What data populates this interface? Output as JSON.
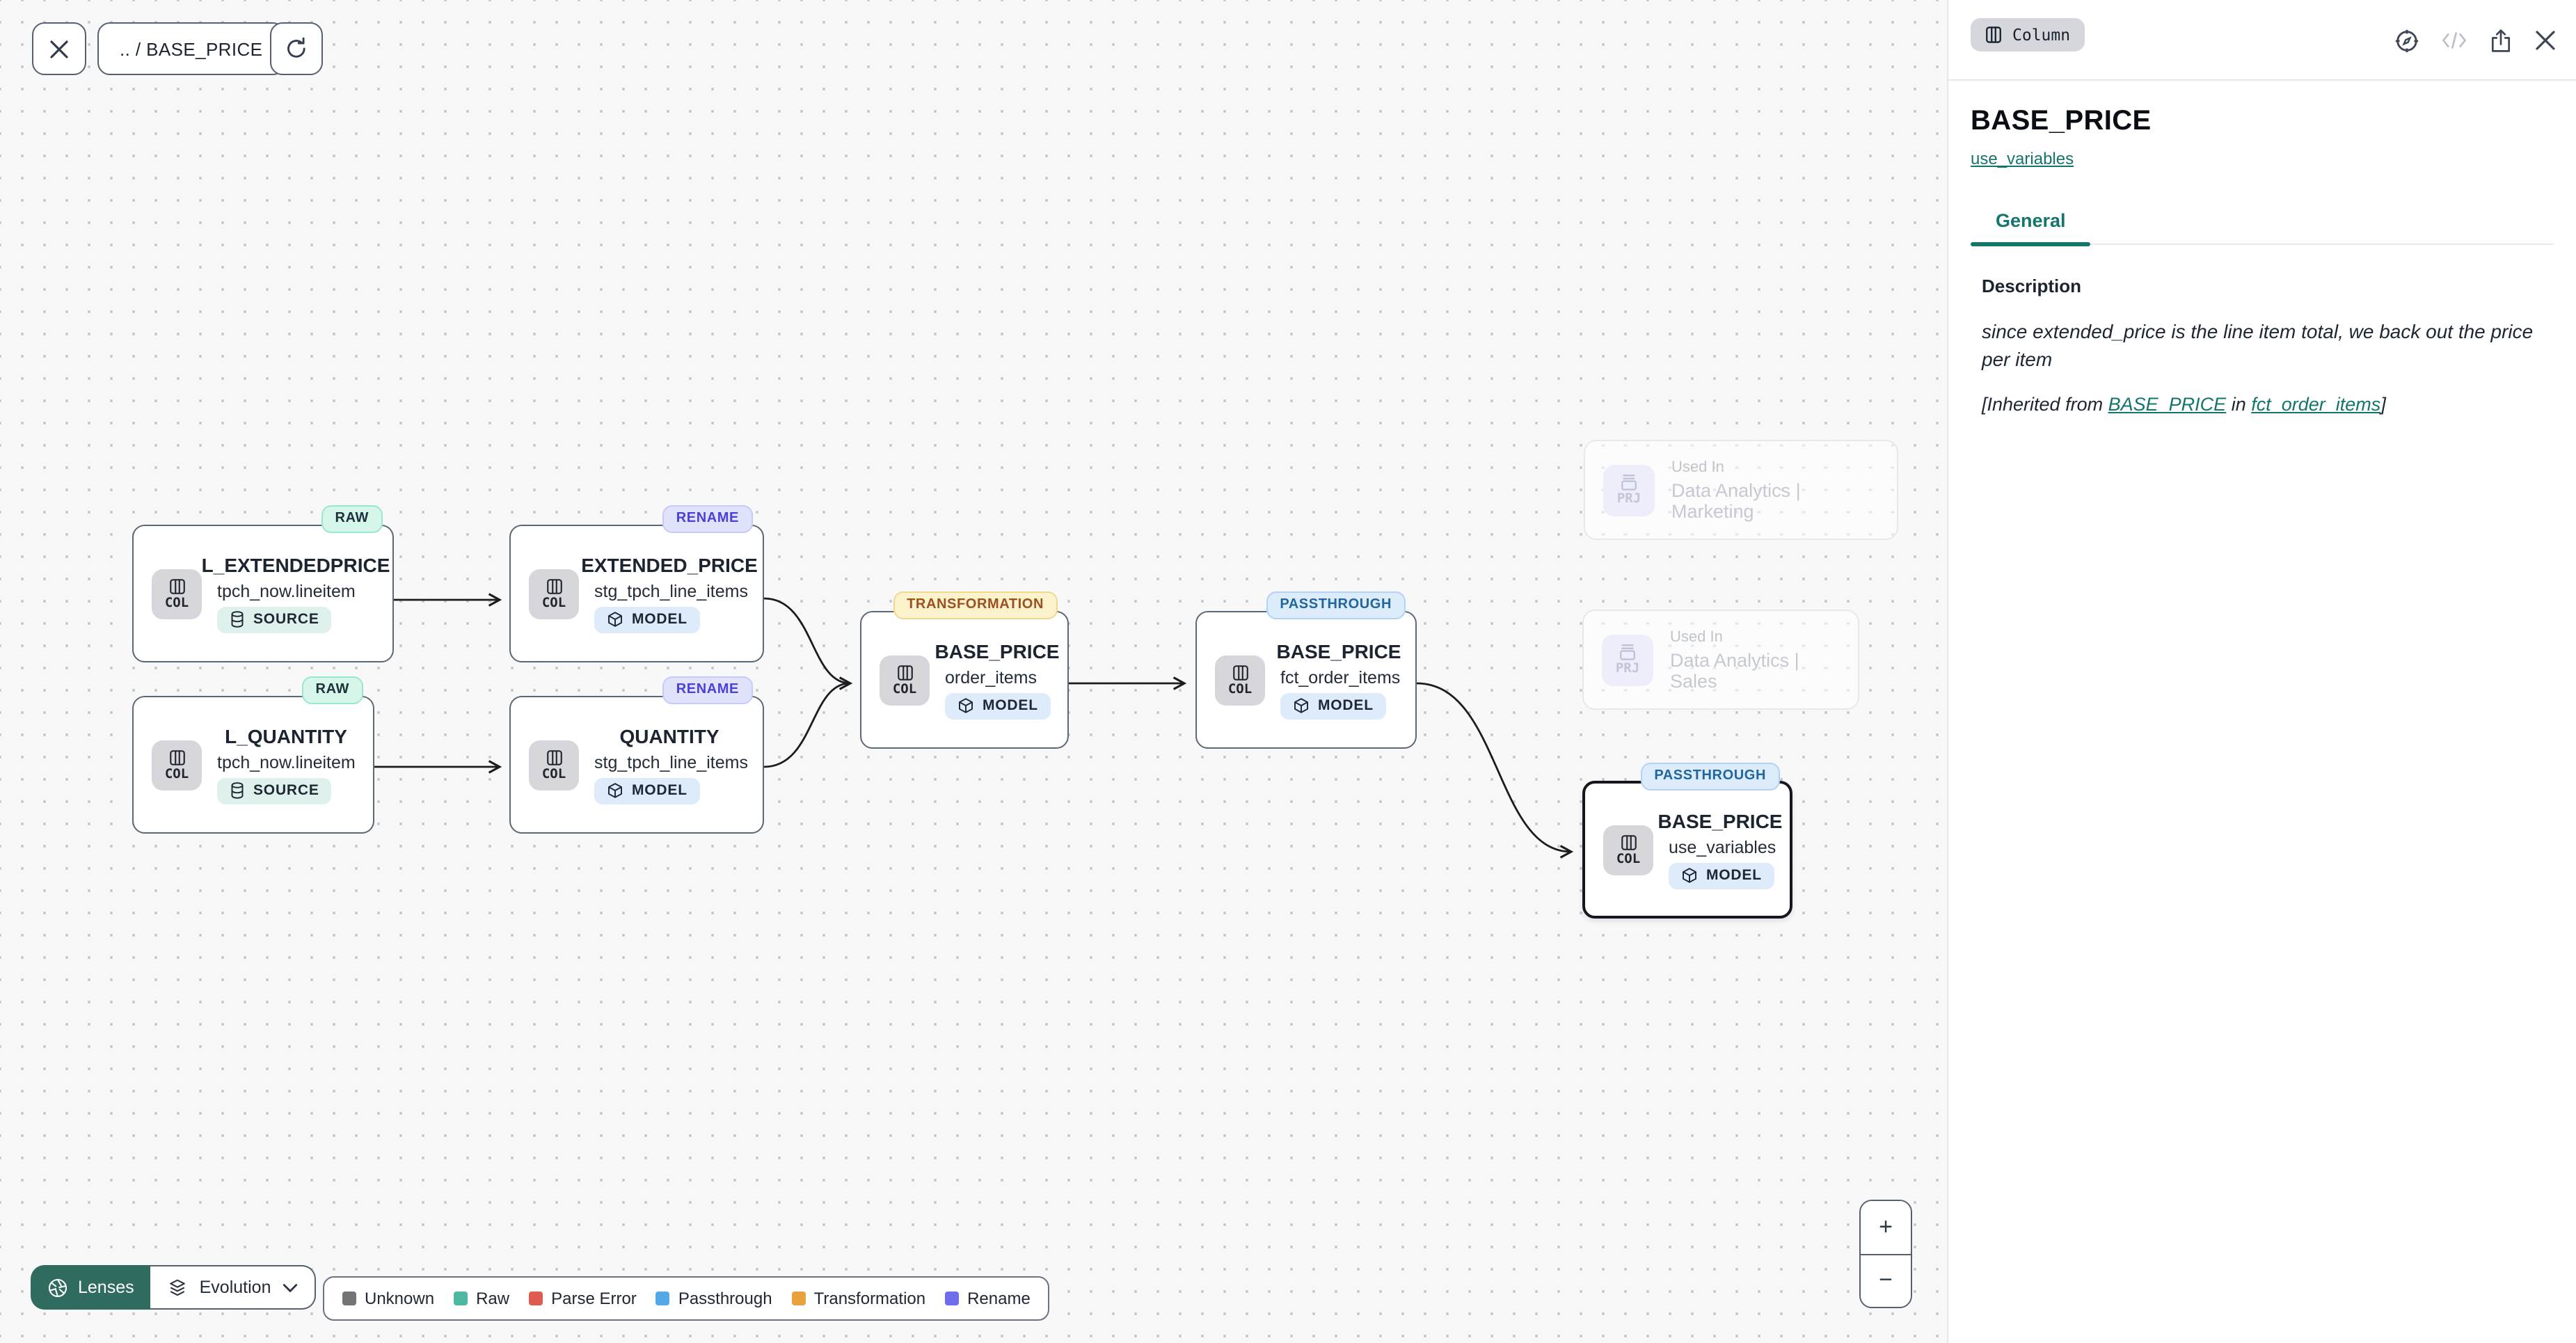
{
  "toolbar": {
    "breadcrumb": ".. / BASE_PRICE"
  },
  "zoom_controls": {
    "zoom_in": "+",
    "zoom_out": "−"
  },
  "lenses": {
    "label": "Lenses"
  },
  "evolution": {
    "label": "Evolution"
  },
  "legend": {
    "items": [
      {
        "label": "Unknown",
        "color": "#737378"
      },
      {
        "label": "Raw",
        "color": "#4fb8a2"
      },
      {
        "label": "Parse Error",
        "color": "#dd5b51"
      },
      {
        "label": "Passthrough",
        "color": "#55a8e8"
      },
      {
        "label": "Transformation",
        "color": "#e8a23d"
      },
      {
        "label": "Rename",
        "color": "#6f6cee"
      }
    ]
  },
  "nodes": [
    {
      "title": "L_EXTENDEDPRICE",
      "sub": "tpch_now.lineitem",
      "badge": "RAW",
      "pill": "SOURCE",
      "icon_label": "COL"
    },
    {
      "title": "L_QUANTITY",
      "sub": "tpch_now.lineitem",
      "badge": "RAW",
      "pill": "SOURCE",
      "icon_label": "COL"
    },
    {
      "title": "EXTENDED_PRICE",
      "sub": "stg_tpch_line_items",
      "badge": "RENAME",
      "pill": "MODEL",
      "icon_label": "COL"
    },
    {
      "title": "QUANTITY",
      "sub": "stg_tpch_line_items",
      "badge": "RENAME",
      "pill": "MODEL",
      "icon_label": "COL"
    },
    {
      "title": "BASE_PRICE",
      "sub": "order_items",
      "badge": "TRANSFORMATION",
      "pill": "MODEL",
      "icon_label": "COL"
    },
    {
      "title": "BASE_PRICE",
      "sub": "fct_order_items",
      "badge": "PASSTHROUGH",
      "pill": "MODEL",
      "icon_label": "COL"
    },
    {
      "title": "BASE_PRICE",
      "sub": "use_variables",
      "badge": "PASSTHROUGH",
      "pill": "MODEL",
      "icon_label": "COL"
    }
  ],
  "used_in": [
    {
      "kicker": "Used In",
      "name": "Data Analytics | Marketing",
      "icon_label": "PRJ"
    },
    {
      "kicker": "Used In",
      "name": "Data Analytics | Sales",
      "icon_label": "PRJ"
    }
  ],
  "panel": {
    "type_chip": "Column",
    "title": "BASE_PRICE",
    "subtitle_link": "use_variables",
    "tab_general": "General",
    "description_heading": "Description",
    "description_text": "since extended_price is the line item total, we back out the price per item",
    "inherited_prefix": "[Inherited from ",
    "inherited_link1": "BASE_PRICE",
    "inherited_mid": " in ",
    "inherited_link2": "fct_order_items",
    "inherited_suffix": "]"
  }
}
